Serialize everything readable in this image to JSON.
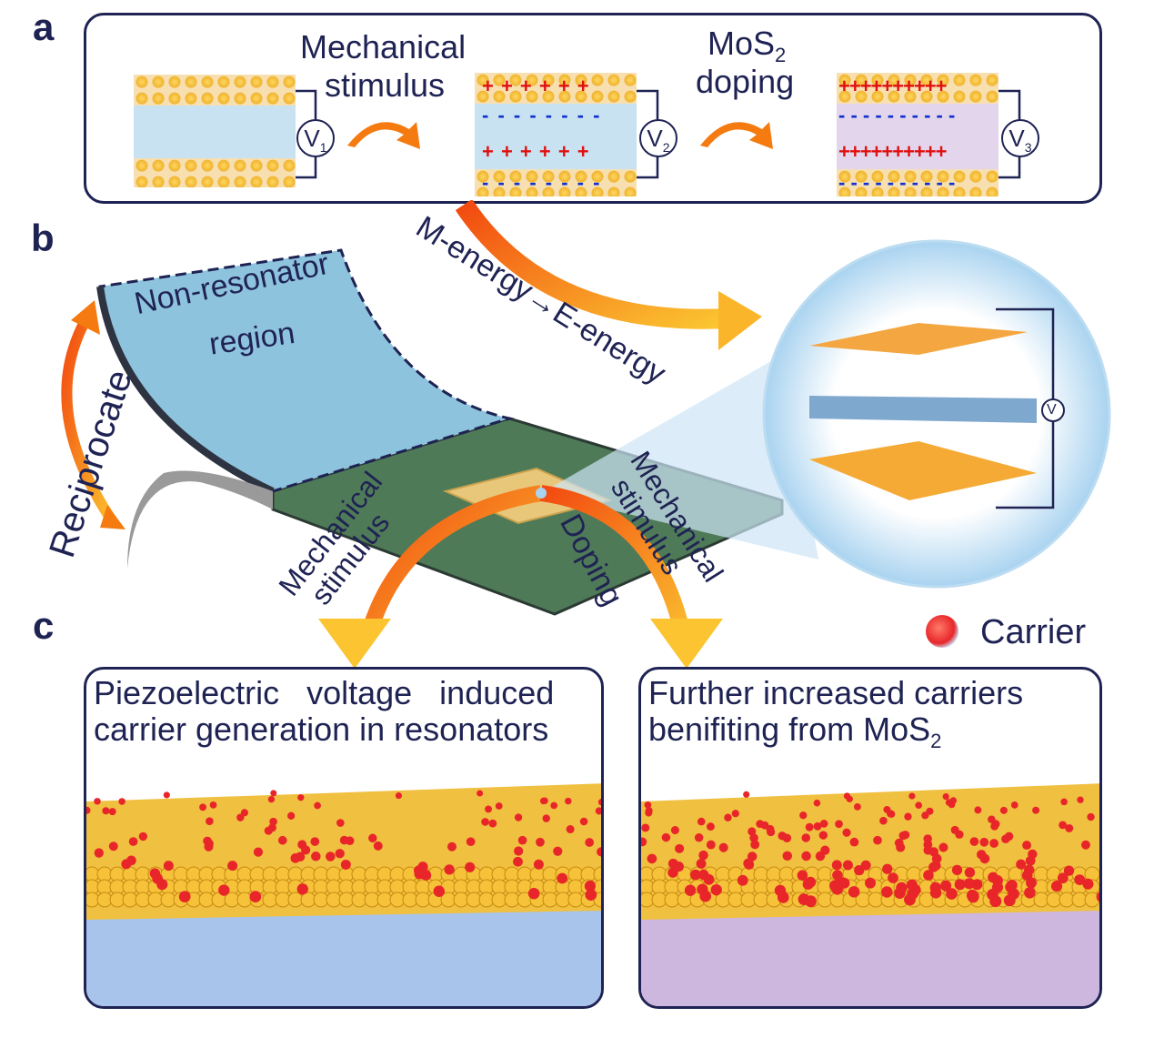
{
  "panels": {
    "a": {
      "label": "a",
      "step1_text": [
        "Mechanical",
        "stimulus"
      ],
      "step2_text": [
        "MoS",
        "2",
        "doping"
      ],
      "voltmeters": [
        {
          "symbol": "V",
          "sub": "1"
        },
        {
          "symbol": "V",
          "sub": "2"
        },
        {
          "symbol": "V",
          "sub": "3"
        }
      ],
      "plus_row_2": "+ + + + + +",
      "plus_row_3": "++++++++++",
      "minus_row_2": "- - - - - - - -",
      "minus_row_3": "- - - - - - - - - -"
    },
    "b": {
      "label": "b",
      "non_resonator_region": [
        "Non-resonator",
        "region"
      ],
      "reciprocate": "Reciprocate",
      "energy_conversion": "M-energy→E-energy",
      "mech_stimulus_left": [
        "Mechanical",
        "stimulus"
      ],
      "doping": "Doping",
      "mech_stimulus_right": [
        "Mechanical",
        "stimulus"
      ],
      "voltmeter": "V"
    },
    "c": {
      "label": "c",
      "legend": {
        "text": "Carrier",
        "color": "#e8262a"
      },
      "left_box_title": [
        "Piezoelectric   voltage   induced",
        "carrier generation in resonators"
      ],
      "right_box_title": [
        "Further increased carriers",
        "benifiting from MoS",
        "2"
      ]
    }
  },
  "colors": {
    "outline": "#1f2353",
    "gold": "#f2b632",
    "carrier": "#e8262a",
    "plus": "#e01010",
    "minus": "#1030d0",
    "blue_layer": "#c9e2f2",
    "purple_layer": "#e3d6ec",
    "arrow_orange": "#f57a10"
  }
}
